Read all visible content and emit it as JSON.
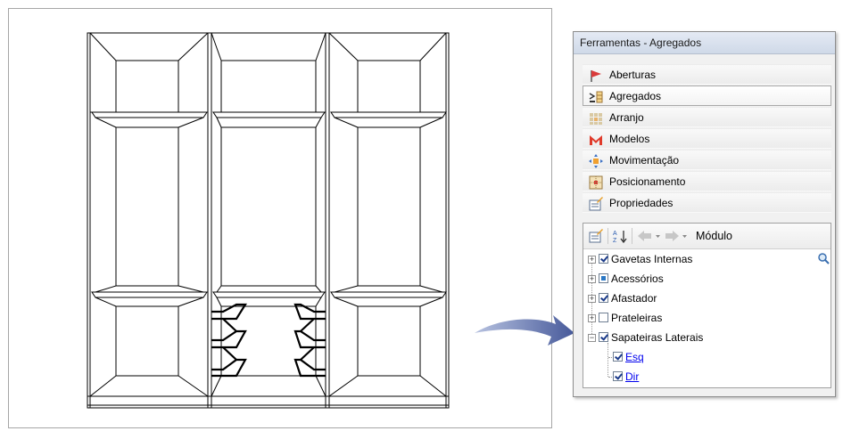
{
  "panel": {
    "title": "Ferramentas - Agregados"
  },
  "menu": [
    {
      "label": "Aberturas",
      "icon": "flag-icon",
      "active": false
    },
    {
      "label": "Agregados",
      "icon": "aggregate-icon",
      "active": true
    },
    {
      "label": "Arranjo",
      "icon": "grid-icon",
      "active": false
    },
    {
      "label": "Modelos",
      "icon": "models-m-icon",
      "active": false
    },
    {
      "label": "Movimentação",
      "icon": "move-icon",
      "active": false
    },
    {
      "label": "Posicionamento",
      "icon": "position-icon",
      "active": false
    },
    {
      "label": "Propriedades",
      "icon": "properties-icon",
      "active": false
    }
  ],
  "toolbar": {
    "module_label": "Módulo"
  },
  "tree": [
    {
      "label": "Gavetas Internas",
      "checked": "on",
      "expander": "+",
      "level": 0
    },
    {
      "label": "Acessórios",
      "checked": "mixed",
      "expander": "+",
      "level": 0
    },
    {
      "label": "Afastador",
      "checked": "on",
      "expander": "+",
      "level": 0
    },
    {
      "label": "Prateleiras",
      "checked": "off",
      "expander": "+",
      "level": 0
    },
    {
      "label": "Sapateiras Laterais",
      "checked": "on",
      "expander": "−",
      "level": 0
    },
    {
      "label": "Esq",
      "checked": "on",
      "expander": "",
      "level": 1
    },
    {
      "label": "Dir",
      "checked": "on",
      "expander": "",
      "level": 1
    }
  ],
  "colors": {
    "accent_blue": "#2b78c5",
    "link": "#0000ee",
    "arrow": "#5b6fa8",
    "panel_bg": "#f1f1f1"
  }
}
